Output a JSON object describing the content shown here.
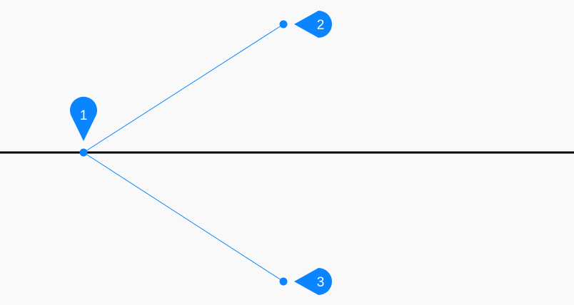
{
  "colors": {
    "background": "#f9f9f9",
    "accent": "#0a84ff",
    "axis_line": "#000000",
    "marker_text": "#ffffff"
  },
  "markers": [
    {
      "label": "1",
      "shape": "pin-down-icon"
    },
    {
      "label": "2",
      "shape": "pin-left-icon"
    },
    {
      "label": "3",
      "shape": "pin-left-icon"
    }
  ]
}
